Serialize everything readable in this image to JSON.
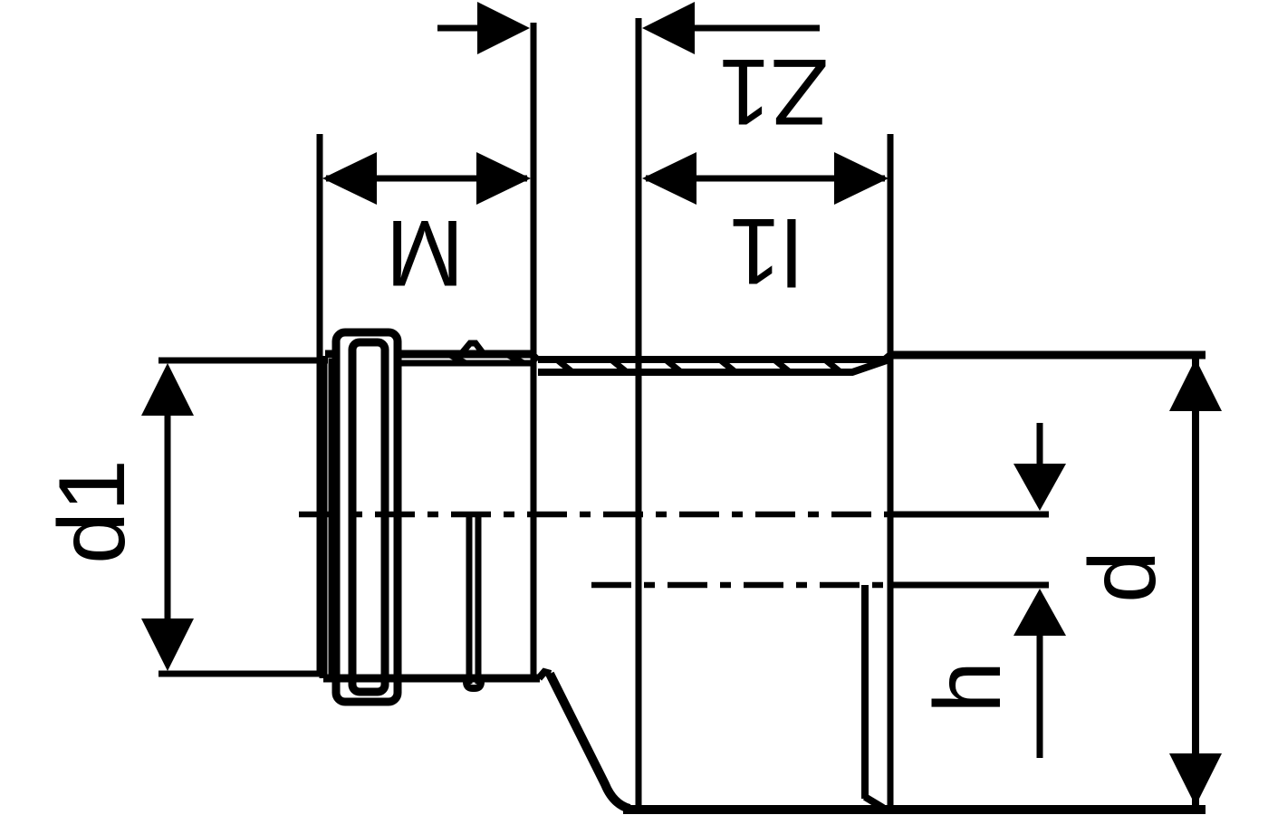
{
  "drawing": {
    "type": "technical dimension drawing of an eccentric pipe reducer fitting",
    "colors": {
      "line": "#000000",
      "background": "#ffffff"
    },
    "labels": {
      "m": "M",
      "z1": "Z1",
      "l1": "l1",
      "d1": "d1",
      "d": "d",
      "h": "h"
    }
  }
}
